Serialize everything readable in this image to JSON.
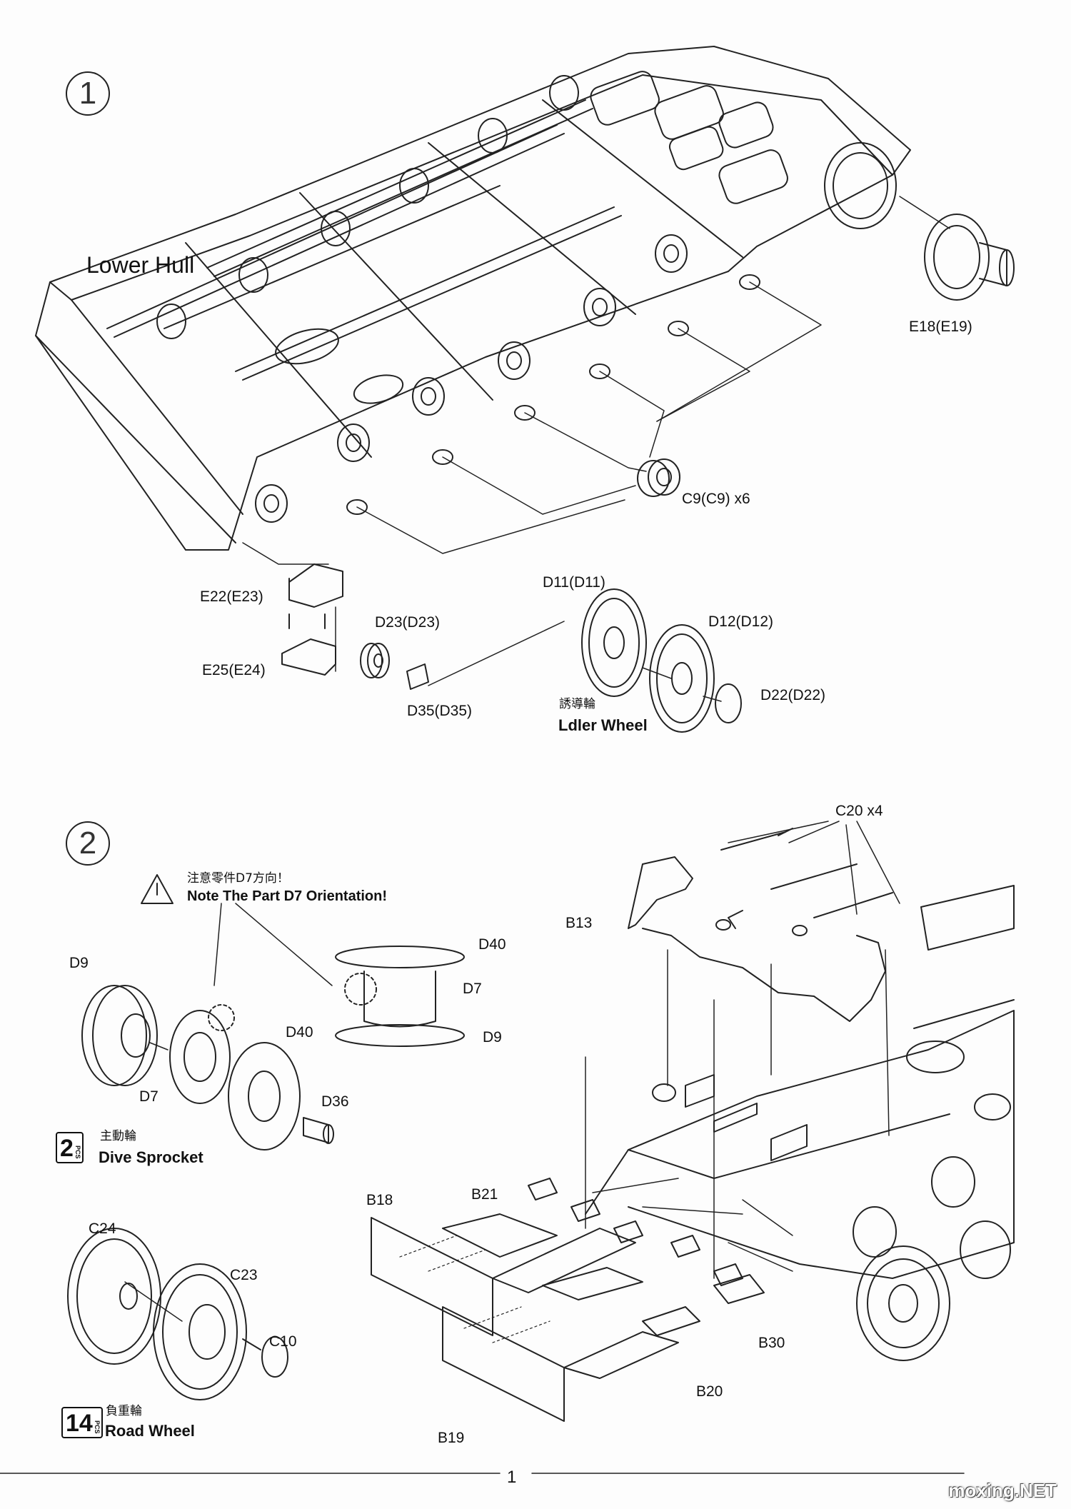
{
  "step1": {
    "number": "1",
    "title": "Lower Hull",
    "parts": {
      "e18": "E18(E19)",
      "c9": "C9(C9) x6",
      "e22": "E22(E23)",
      "e25": "E25(E24)",
      "d23": "D23(D23)",
      "d35": "D35(D35)",
      "d11": "D11(D11)",
      "d12": "D12(D12)",
      "d22": "D22(D22)"
    },
    "idler": {
      "cn": "誘導輪",
      "en": "Ldler Wheel"
    }
  },
  "step2": {
    "number": "2",
    "notice": {
      "cn": "注意零件D7方向！",
      "en": "Note The Part D7 Orientation!"
    },
    "parts": {
      "c20": "C20 x4",
      "b13": "B13",
      "d40_detail": "D40",
      "d7_detail": "D7",
      "d9_detail": "D9",
      "d9": "D9",
      "d40": "D40",
      "d7": "D7",
      "d36": "D36",
      "b18": "B18",
      "b21": "B21",
      "b30": "B30",
      "b20": "B20",
      "b19": "B19",
      "c24": "C24",
      "c23": "C23",
      "c10": "C10"
    },
    "sprocket": {
      "count": "2",
      "unit": "PCS",
      "cn": "主動輪",
      "en": "Dive Sprocket"
    },
    "roadwheel": {
      "count": "14",
      "unit": "PCS",
      "cn": "負重輪",
      "en": "Road Wheel"
    }
  },
  "footer": {
    "page": "1",
    "watermark": "moxing.NET"
  }
}
